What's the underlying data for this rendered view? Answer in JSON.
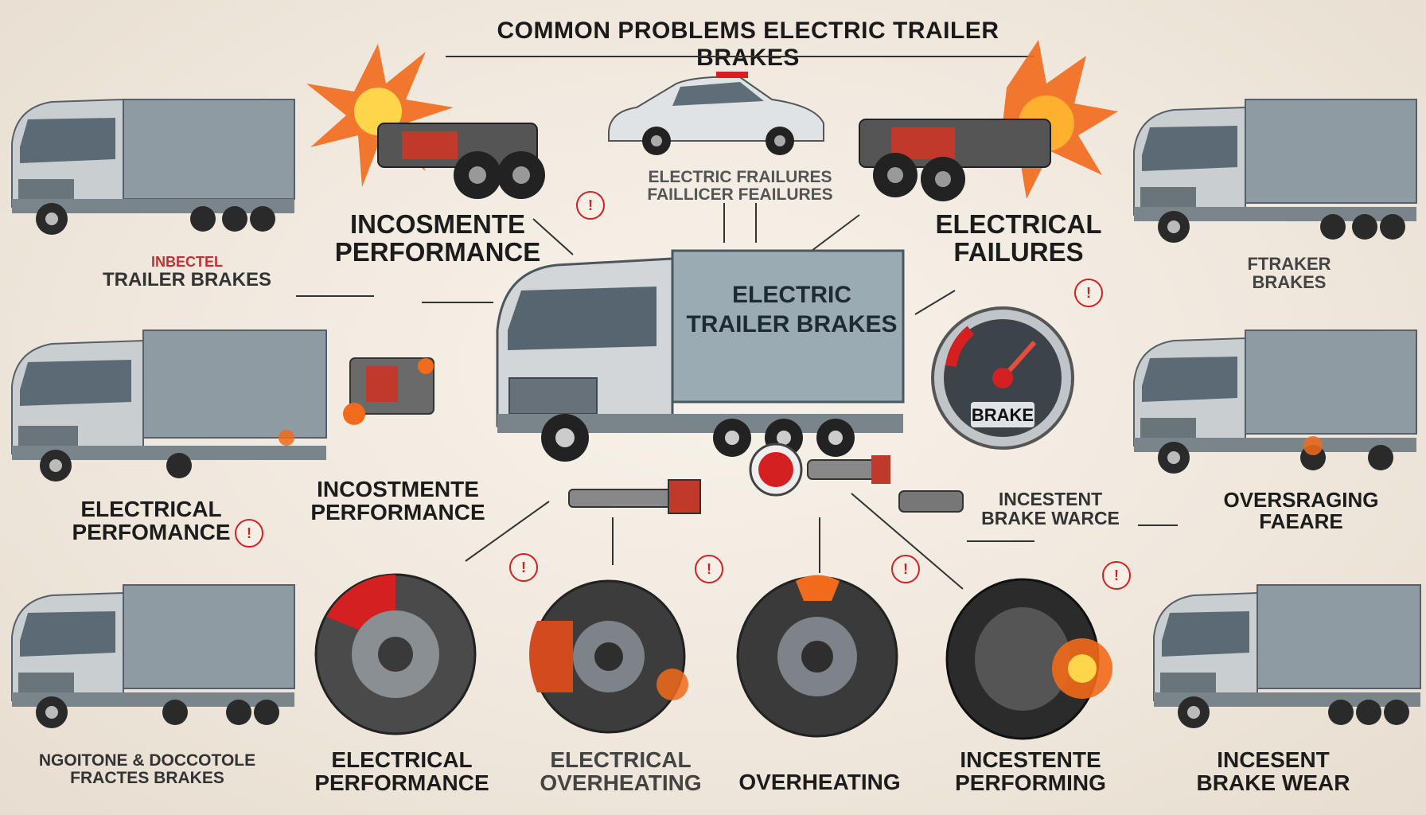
{
  "title": "COMMON PROBLEMS ELECTRIC TRAILER BRAKES",
  "center": {
    "truck_text_line1": "ELECTRIC",
    "truck_text_line2": "TRAILER BRAKES"
  },
  "gauge_label": "BRAKE",
  "labels": {
    "top_mid_line1": "ELECTRIC FRAILURES",
    "top_mid_line2": "FAILLICER FEAILURES",
    "inconsistent_perf_top_l1": "INCOSMENTE",
    "inconsistent_perf_top_l2": "PERFORMANCE",
    "electrical_failures_l1": "ELECTRICAL",
    "electrical_failures_l2": "FAILURES",
    "left_trailer_brakes_l1": "INBECTEL",
    "left_trailer_brakes_l2": "TRAILER BRAKES",
    "right_traker_l1": "FTRAKER",
    "right_traker_l2": "BRAKES",
    "left_mid_l1": "ELECTRICAL",
    "left_mid_l2": "PERFOMANCE",
    "center_left_l1": "INCOSTMENTE",
    "center_left_l2": "PERFORMANCE",
    "center_right_l1": "INCESTENT",
    "center_right_l2": "BRAKE WARCE",
    "right_mid_l1": "OVERSRAGING",
    "right_mid_l2": "FAEARE",
    "bottom_1_l1": "NGOITONE & DOCCOTOLE",
    "bottom_1_l2": "FRACTES BRAKES",
    "bottom_2_l1": "ELECTRICAL",
    "bottom_2_l2": "PERFORMANCE",
    "bottom_3_l1": "ELECTRICAL",
    "bottom_3_l2": "OVERHEATING",
    "bottom_4_l1": "OVERHEATING",
    "bottom_5_l1": "INCESTENTE",
    "bottom_5_l2": "PERFORMING",
    "bottom_6_l1": "INCESENT",
    "bottom_6_l2": "BRAKE WEAR"
  },
  "colors": {
    "truck_body": "#8e9ba3",
    "truck_cab": "#c9ced1",
    "warning_red": "#d42020",
    "fire_orange": "#f26a1b",
    "rotor_grey": "#4a4a4a"
  }
}
